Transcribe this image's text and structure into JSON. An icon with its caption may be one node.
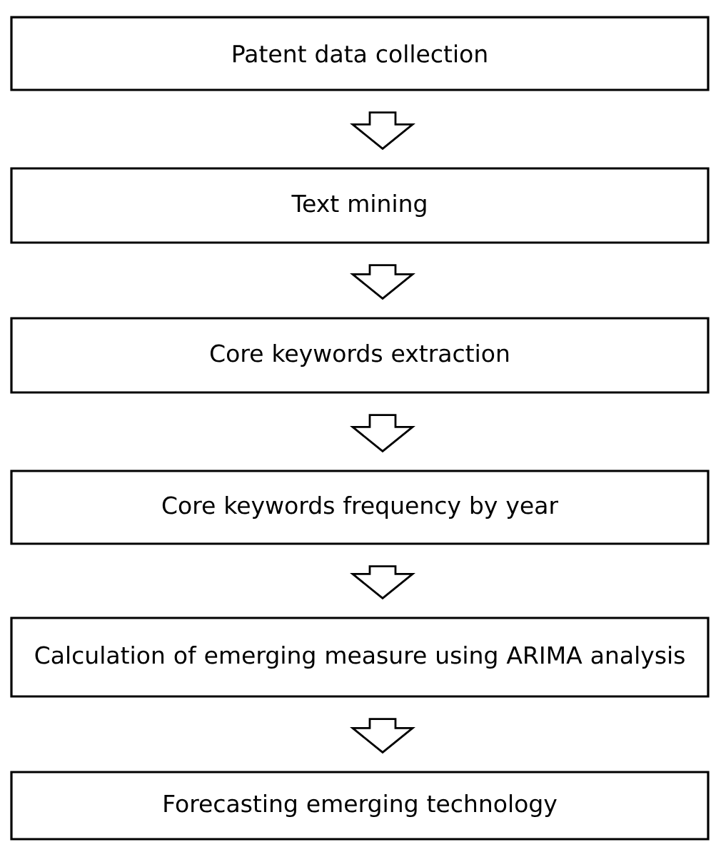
{
  "diagram": {
    "nodes": [
      {
        "text": [
          "Patent data collection"
        ]
      },
      {
        "text": [
          "Text mining"
        ]
      },
      {
        "text": [
          "Core keywords extraction"
        ]
      },
      {
        "text": [
          "Core keywords frequency by year"
        ]
      },
      {
        "text": [
          "Calculation of emerging measure using ARIMA analysis"
        ]
      },
      {
        "text": [
          "Forecasting emerging technology"
        ]
      }
    ],
    "edges": [
      {
        "from": 0,
        "to": 1,
        "arrow": "to"
      },
      {
        "from": 1,
        "to": 2,
        "arrow": "to"
      },
      {
        "from": 2,
        "to": 3,
        "arrow": "to"
      },
      {
        "from": 3,
        "to": 4,
        "arrow": "to"
      },
      {
        "from": 4,
        "to": 5,
        "arrow": "to"
      }
    ]
  }
}
